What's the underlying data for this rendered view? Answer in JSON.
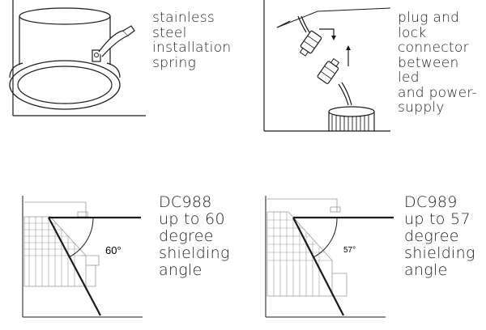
{
  "panels": [
    {
      "id": "spring",
      "caption": [
        "stainless",
        "steel",
        "installation",
        "spring"
      ]
    },
    {
      "id": "connector",
      "caption": [
        "plug and",
        "lock",
        "connector",
        "between",
        "led",
        "and power-",
        "supply"
      ]
    },
    {
      "id": "dc988",
      "caption": [
        "DC988",
        "up to 60",
        "degree",
        "shielding",
        "angle"
      ],
      "angle_label": "60°",
      "angle_degrees": 60
    },
    {
      "id": "dc989",
      "caption": [
        "DC989",
        "up to 57",
        "degree",
        "shielding",
        "angle"
      ],
      "angle_label": "57°",
      "angle_degrees": 57
    }
  ],
  "colors": {
    "line": "#1a1a1a",
    "hatch": "#9a9a9a",
    "text": "#222222"
  }
}
